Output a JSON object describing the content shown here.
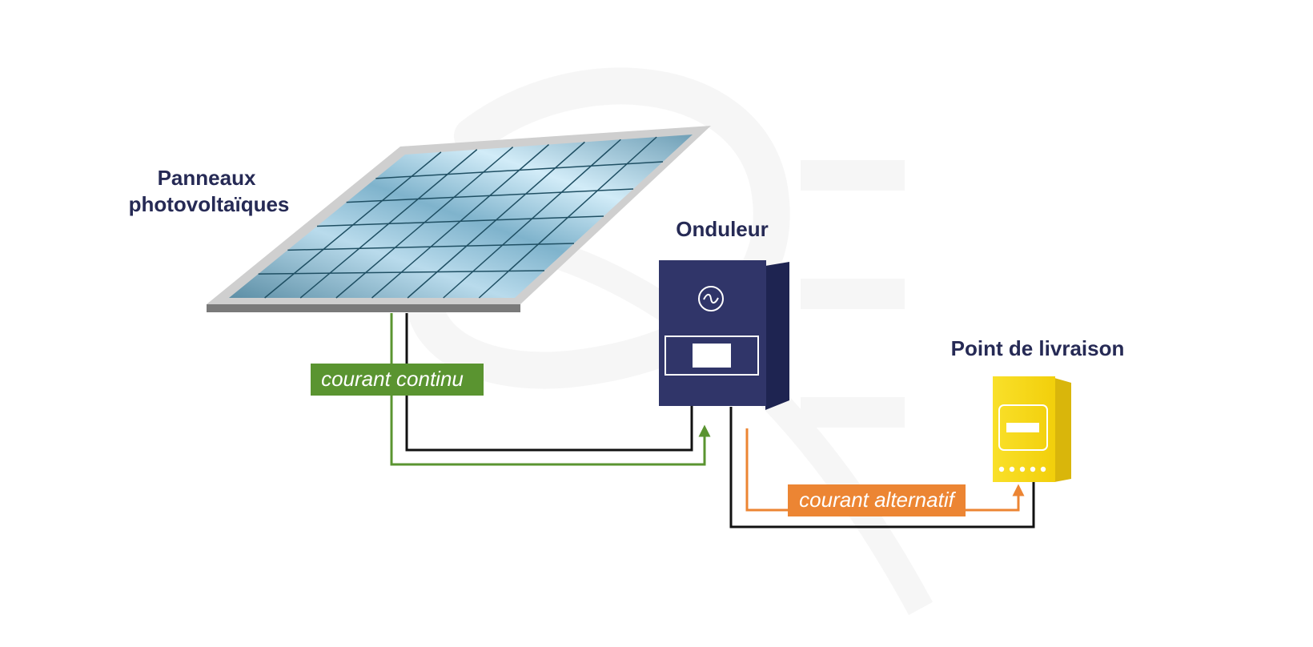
{
  "labels": {
    "panels_line1": "Panneaux",
    "panels_line2": "photovoltaïques",
    "inverter": "Onduleur",
    "delivery_point": "Point de livraison",
    "dc_current": "courant continu",
    "ac_current": "courant alternatif"
  },
  "colors": {
    "title_text": "#262a55",
    "dc_green": "#5a9430",
    "ac_orange": "#ec8533",
    "inverter_navy": "#303569",
    "meter_yellow": "#f5d40f",
    "wire_black": "#111111",
    "panel_frame": "#cfcfcf"
  }
}
